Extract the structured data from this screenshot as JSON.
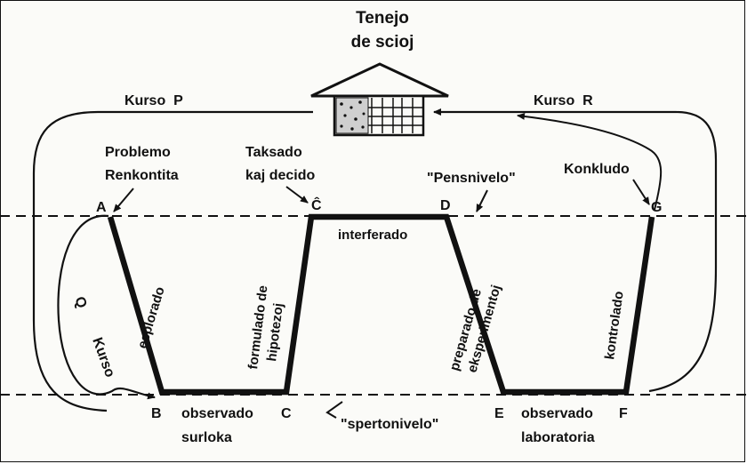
{
  "header": {
    "title_line1": "Tenejo",
    "title_line2": "de scioj"
  },
  "courses": {
    "p": "Kurso  P",
    "r": "Kurso  R",
    "q": "Kurso",
    "q_letter": "Q"
  },
  "annotations": {
    "problem_line1": "Problemo",
    "problem_line2": "Renkontita",
    "taxed_line1": "Taksado",
    "taxed_line2": "kaj decido",
    "thought_level": "\"Pensnivelo\"",
    "conclusion": "Konkludo",
    "experience_level": "\"spertonivelo\""
  },
  "points": {
    "a": "A",
    "b": "B",
    "c_bottom": "C",
    "c_top": "Ĉ",
    "d": "D",
    "e": "E",
    "f": "F",
    "g": "G"
  },
  "edges": {
    "explored": "esplorado",
    "formulated_1": "formulado de",
    "formulated_2": "hipotezoj",
    "interfered": "interferado",
    "prepared_1": "preparado de",
    "prepared_2": "eksperimentoj",
    "controlled": "kontrolado"
  },
  "bottom": {
    "obs_field_1": "observado",
    "obs_field_2": "surloka",
    "obs_lab_1": "observado",
    "obs_lab_2": "laboratoria"
  }
}
